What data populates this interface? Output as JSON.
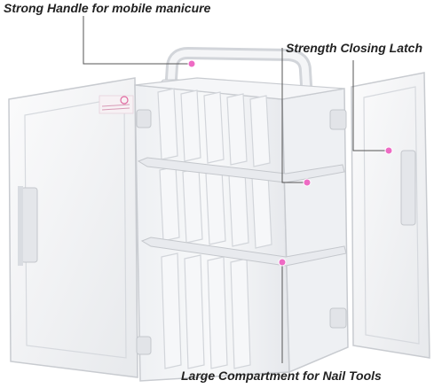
{
  "labels": {
    "handle": "Strong Handle for mobile manicure",
    "latch": "Strength Closing Latch",
    "compartment": "Large Compartment for Nail Tools"
  },
  "colors": {
    "background": "#ffffff",
    "plastic_fill": "#f3f4f6",
    "plastic_edge": "#c8cbd0",
    "plastic_shadow": "#dcdfe4",
    "callout_line": "#555555",
    "callout_dot": "#ee6bc4",
    "label_text": "#222222"
  }
}
